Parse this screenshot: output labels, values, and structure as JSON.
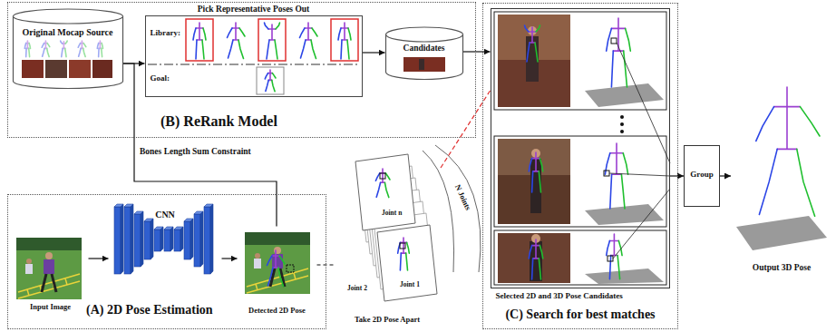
{
  "diagram": {
    "nodes": [
      {
        "text": [
          "(B) ReRank Model"
        ]
      },
      {
        "text": [
          "Original Mocap Source"
        ],
        "in": 0
      },
      {
        "text": [
          "Pick Representative Poses Out",
          "Library:",
          "Goal:"
        ],
        "in": 0
      },
      {
        "text": [
          "Candidates"
        ],
        "in": 0
      },
      {
        "text": [
          "(A) 2D Pose Estimation"
        ]
      },
      {
        "text": [
          "Input Image"
        ],
        "in": 4
      },
      {
        "text": [
          "CNN"
        ],
        "in": 4
      },
      {
        "text": [
          "Detected 2D Pose"
        ],
        "in": 4
      },
      {
        "text": [
          "Joint n",
          "Joint 2",
          "Joint 1",
          "Take 2D Pose Apart"
        ]
      },
      {
        "text": [
          "(C) Search for best matches"
        ]
      },
      {
        "text": [
          "Selected 2D and 3D Pose Candidates"
        ],
        "in": 9
      },
      {
        "text": [
          "Group"
        ]
      },
      {
        "text": [
          "Output 3D Pose"
        ]
      }
    ],
    "edges": [
      {
        "from": 1,
        "to": 2,
        "arrow": "to"
      },
      {
        "from": 2,
        "to": 3,
        "arrow": "to"
      },
      {
        "from": 3,
        "to": 10,
        "arrow": "to"
      },
      {
        "from": 1,
        "to": 7,
        "label": "Bones Length Sum Constraint",
        "arrow": "none"
      },
      {
        "from": 5,
        "to": 6,
        "arrow": "to"
      },
      {
        "from": 6,
        "to": 7,
        "arrow": "to"
      },
      {
        "from": 7,
        "to": 8,
        "arrow": "none"
      },
      {
        "from": 8,
        "to": 10,
        "arrow": "none"
      },
      {
        "from": 10,
        "to": 11,
        "arrow": "to"
      },
      {
        "from": 11,
        "to": 12,
        "arrow": "to"
      }
    ],
    "labels": [
      "N Joints"
    ]
  }
}
